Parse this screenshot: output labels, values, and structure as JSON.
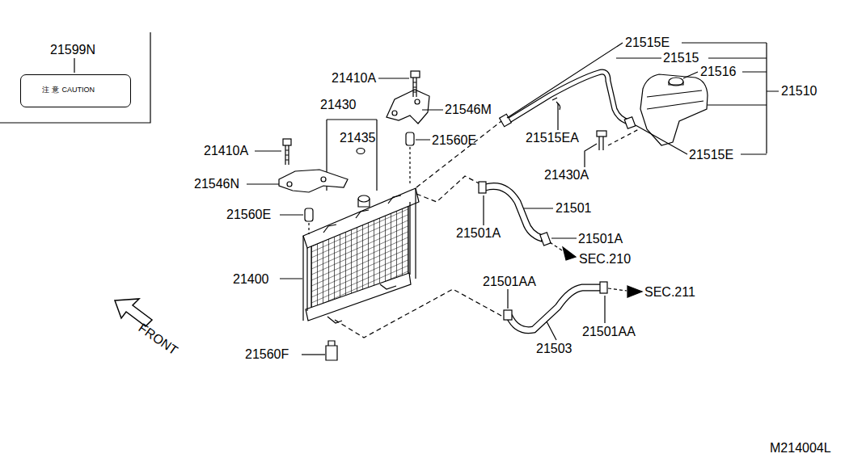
{
  "diagram": {
    "nodes": [
      {
        "text": [
          "注 意",
          "CAUTION"
        ]
      }
    ],
    "labels": [
      "21599N",
      "21515E",
      "21515",
      "21516",
      "21510",
      "21410A",
      "21546M",
      "21430",
      "21435",
      "21560E",
      "21410A",
      "21546N",
      "21560E",
      "21515EA",
      "21430A",
      "21515E",
      "21501",
      "21501A",
      "21501A",
      "SEC.210",
      "21400",
      "21501AA",
      "21503",
      "21501AA",
      "SEC.211",
      "FRONT",
      "21560F",
      "M214004L"
    ]
  }
}
